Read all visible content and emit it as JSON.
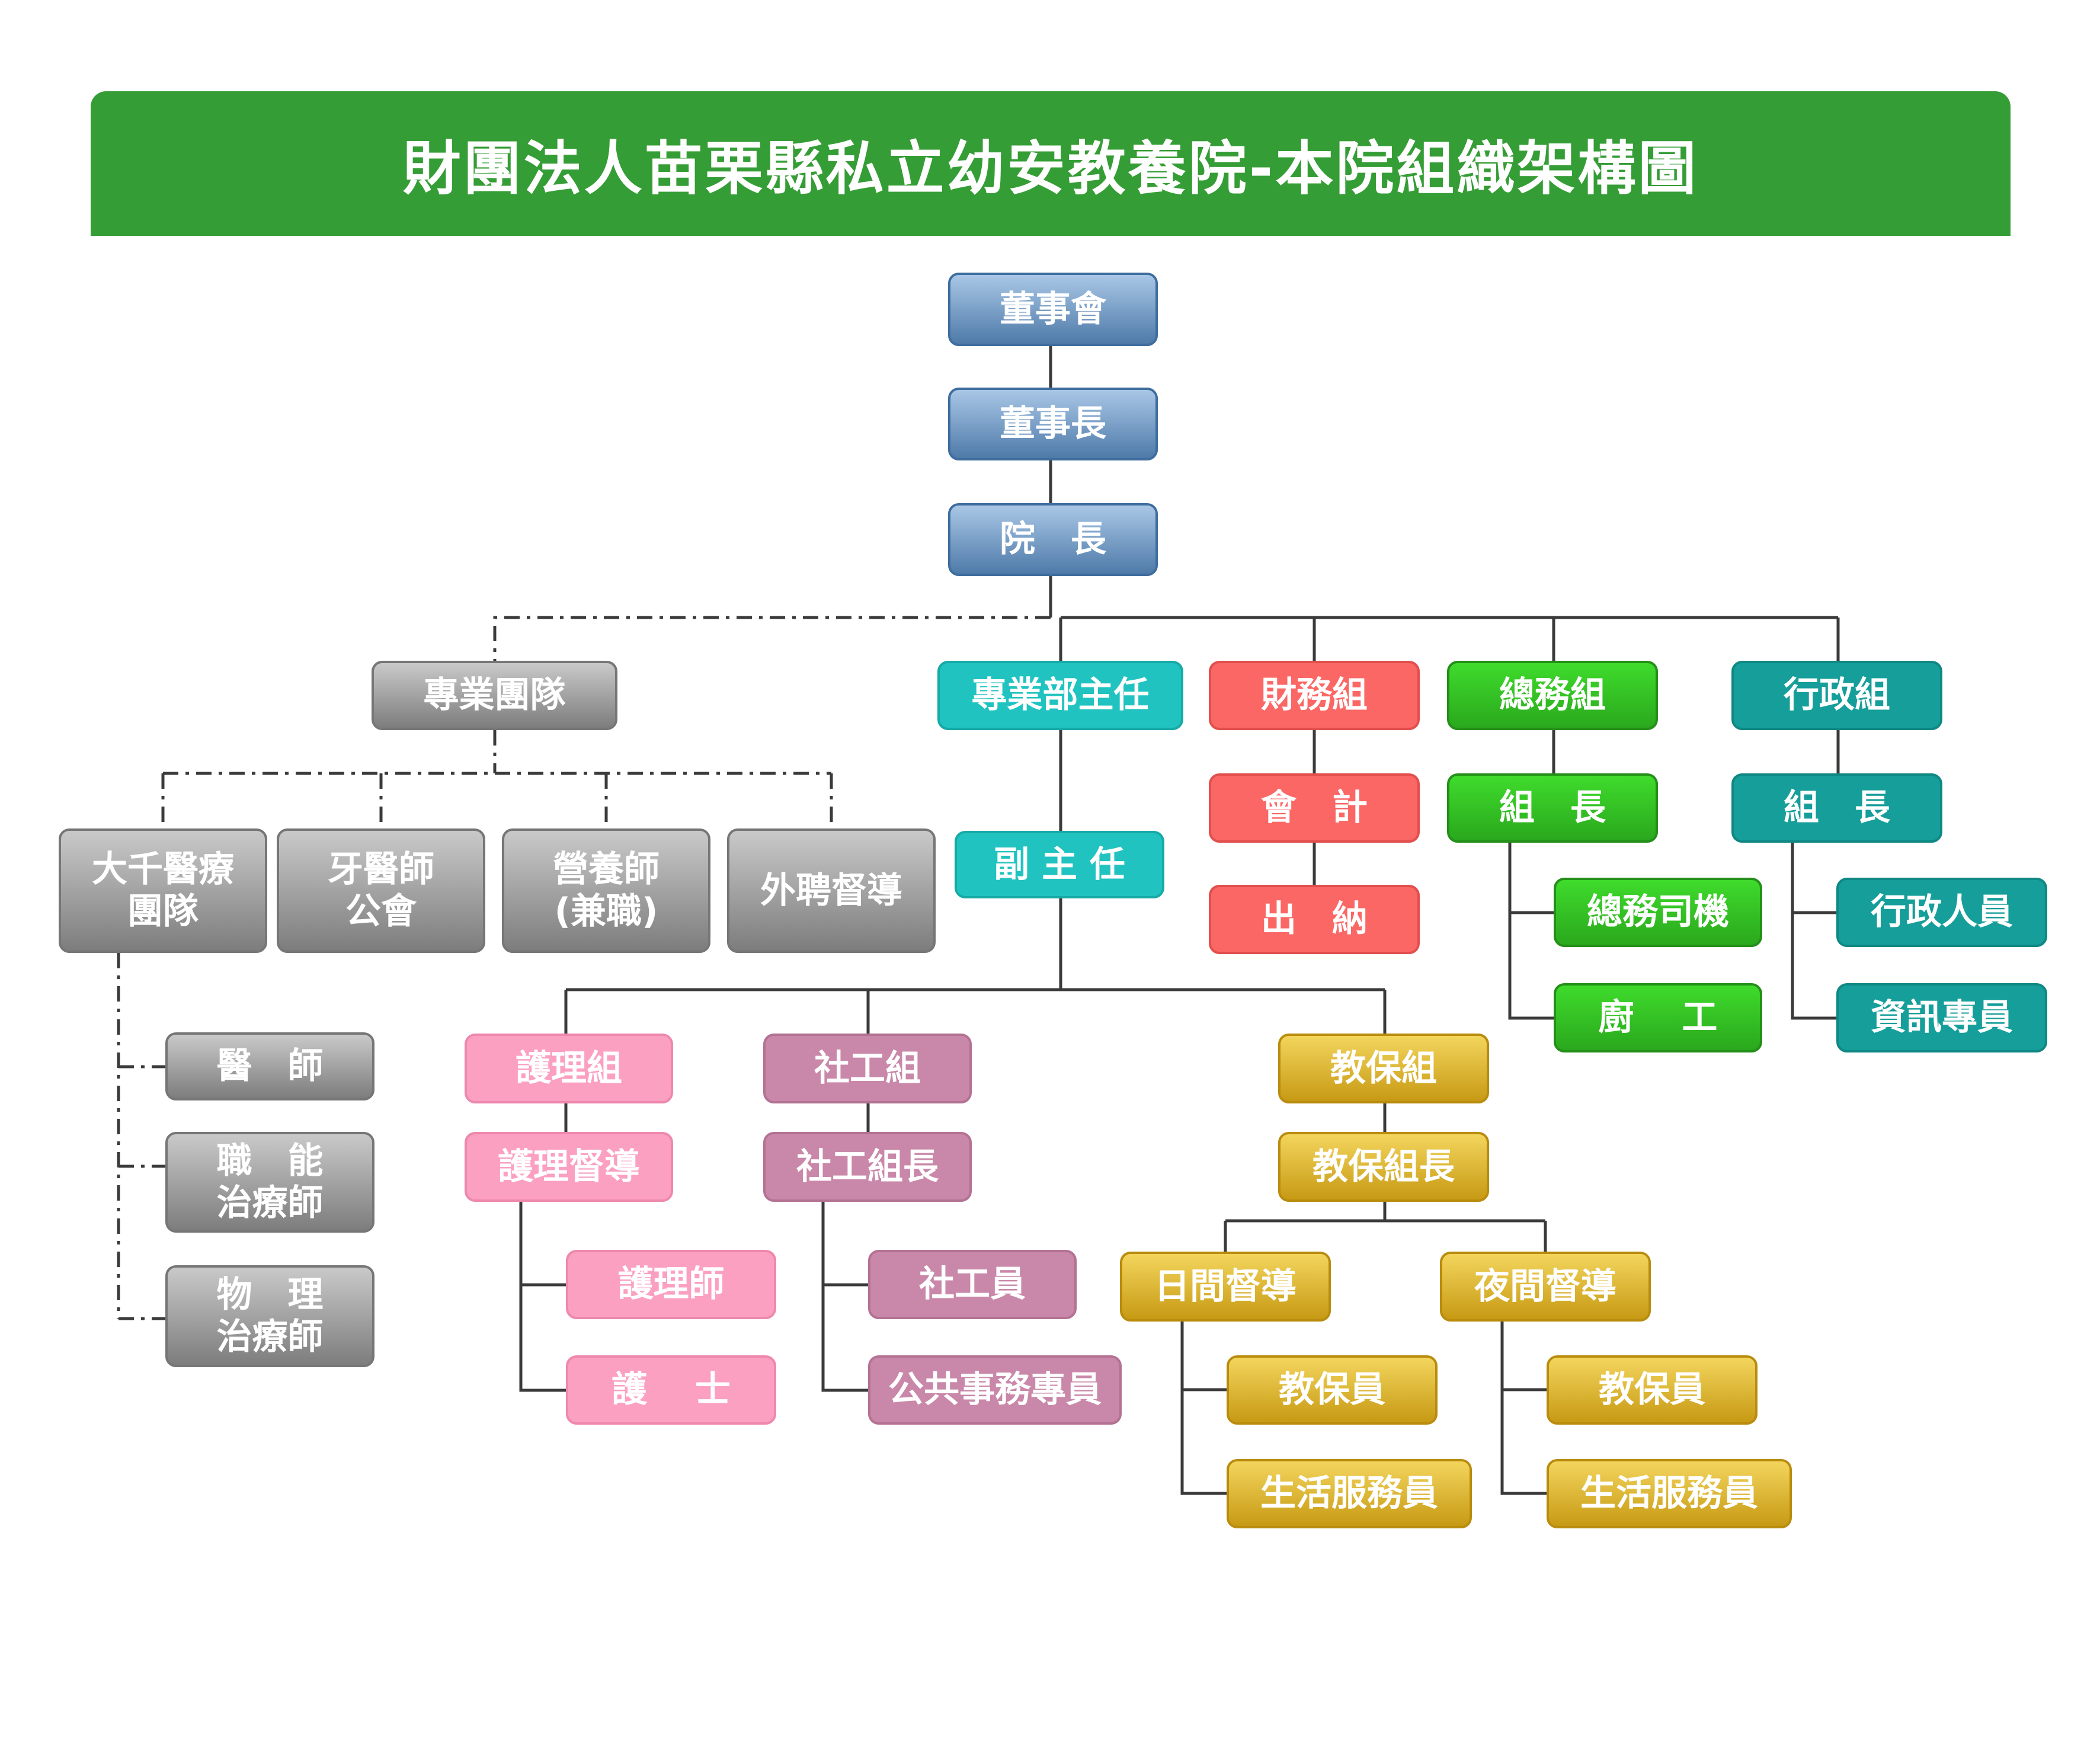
{
  "title": "財團法人苗栗縣私立幼安教養院-本院組織架構圖",
  "colors": {
    "banner": "#359d35",
    "navy": "#4e7aa9",
    "gray": "#7d7d7d",
    "cyan": "#20c3c0",
    "red": "#fb6765",
    "green": "#2aa81d",
    "teal": "#159e9a",
    "pink": "#fba0c1",
    "mauve": "#c988a9",
    "gold": "#e0b530",
    "line": "#3a3a3a"
  },
  "nodes": {
    "board": "董事會",
    "chairman": "董事長",
    "director": "院　長",
    "pro_team": "專業團隊",
    "pro_chief": "專業部主任",
    "finance": "財務組",
    "general": "總務組",
    "admin": "行政組",
    "hospital": "大千醫療\n團隊",
    "dental": "牙醫師\n公會",
    "dietitian": "營養師\n(兼職)",
    "ext_supervisor": "外聘督導",
    "deputy": "副 主 任",
    "accounting": "會　計",
    "cashier": "出　納",
    "general_leader": "組　長",
    "admin_leader": "組　長",
    "driver": "總務司機",
    "cook": "廚　 工",
    "admin_staff": "行政人員",
    "it_staff": "資訊專員",
    "doctor": "醫　師",
    "ot": "職　能\n治療師",
    "pt": "物　理\n治療師",
    "nursing": "護理組",
    "social": "社工組",
    "care": "教保組",
    "nursing_sup": "護理督導",
    "social_leader": "社工組長",
    "care_leader": "教保組長",
    "nurse": "護理師",
    "nurse_aide": "護　 士",
    "social_worker": "社工員",
    "public_affairs": "公共事務專員",
    "day_sup": "日間督導",
    "night_sup": "夜間督導",
    "day_caregiver": "教保員",
    "day_life": "生活服務員",
    "night_caregiver": "教保員",
    "night_life": "生活服務員"
  }
}
